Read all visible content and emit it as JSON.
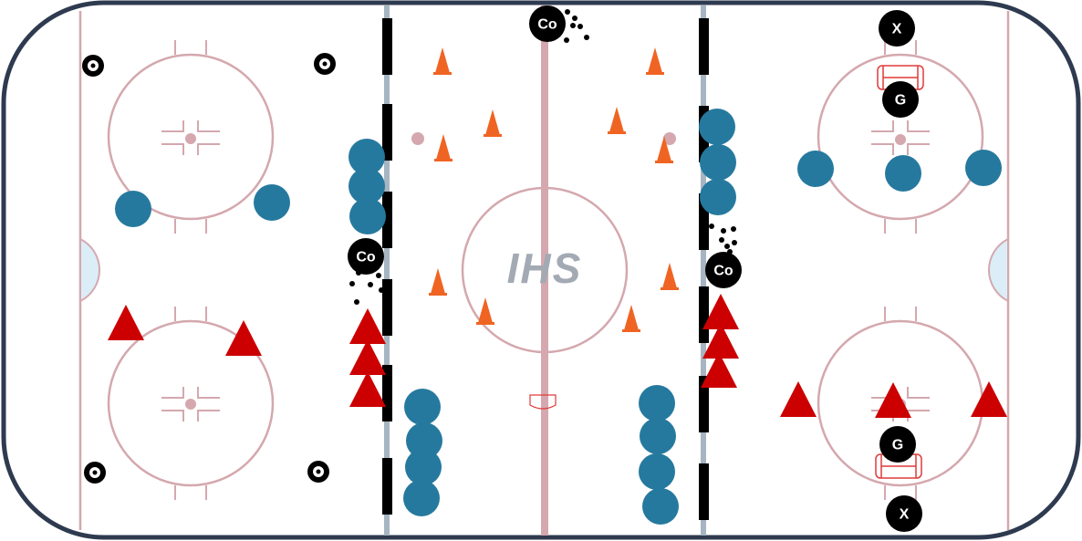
{
  "logo_text": "IHS",
  "labels": {
    "coach": "Co",
    "goalie": "G",
    "x_marker": "X"
  },
  "colors": {
    "rink_border": "#2e3a4f",
    "ice": "#ffffff",
    "marking_line": "#d4a8ae",
    "blue_line": "#a6b5c1",
    "crease_fill": "#dbeef7",
    "player_blue": "#26799e",
    "player_red": "#cc0000",
    "cone_orange": "#f06423",
    "marker_black": "#000000",
    "net_red": "#e03a3a",
    "logo_gray": "#a3aab3"
  }
}
